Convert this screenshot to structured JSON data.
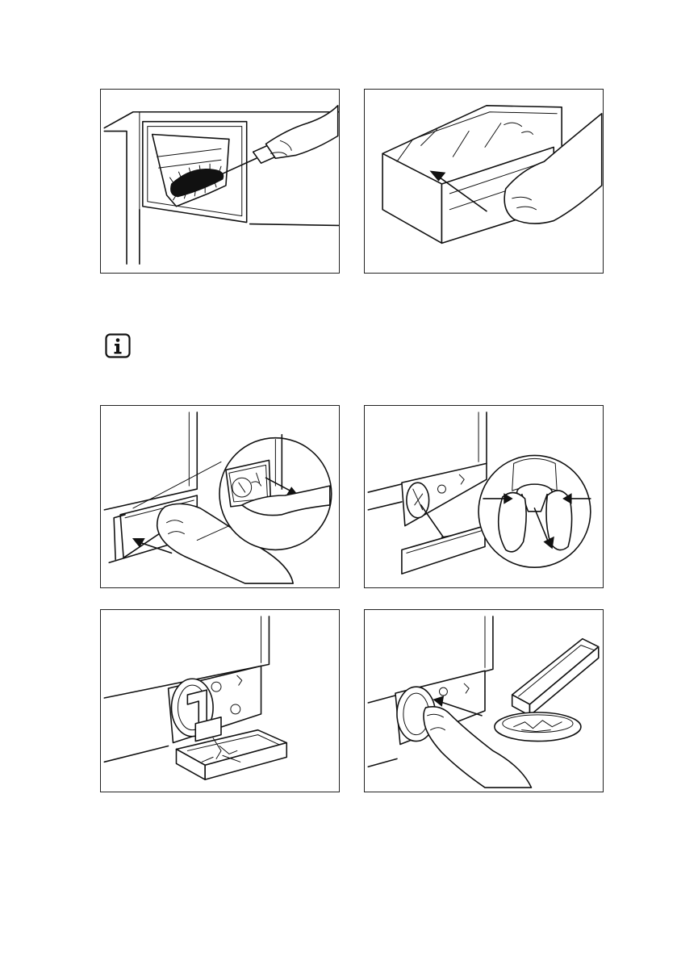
{
  "page": {
    "figures": [
      {
        "id": "p1",
        "icon": "brush-cleaning-drawer-icon"
      },
      {
        "id": "p2",
        "icon": "insert-drawer-icon"
      },
      {
        "id": "p3",
        "icon": "open-filter-flap-icon"
      },
      {
        "id": "p4",
        "icon": "remove-filter-icon"
      },
      {
        "id": "p5",
        "icon": "drain-water-icon"
      },
      {
        "id": "p6",
        "icon": "refit-filter-icon"
      }
    ],
    "info_icon": {
      "glyph": "i",
      "name": "info-icon"
    }
  },
  "colors": {
    "line": "#111111",
    "background": "#ffffff"
  }
}
